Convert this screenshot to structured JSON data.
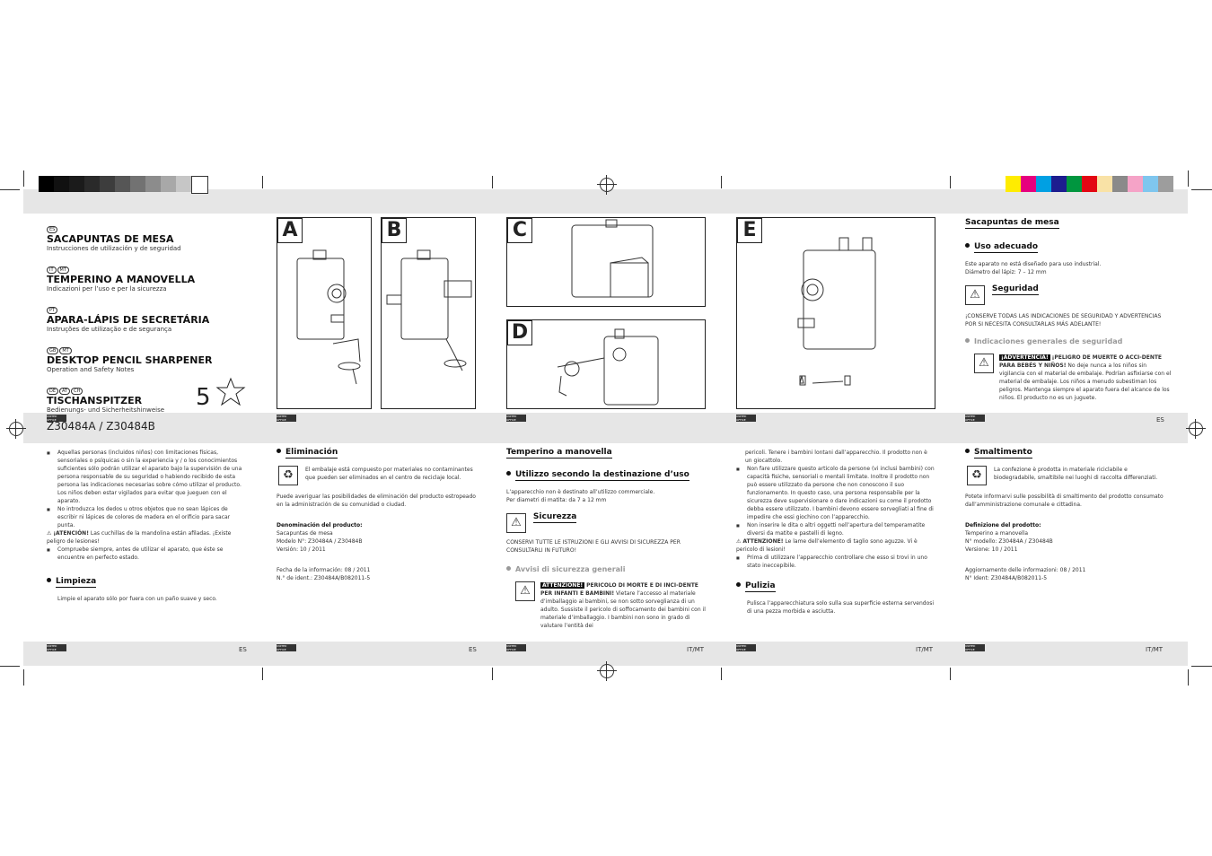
{
  "colors": {
    "band": "#e6e6e6",
    "ink": "#111111"
  },
  "grayscale": [
    "#000000",
    "#111111",
    "#1b1b1b",
    "#2a2a2a",
    "#3d3d3d",
    "#565656",
    "#727272",
    "#8c8c8c",
    "#a8a8a8",
    "#c6c6c6",
    "#ffffff"
  ],
  "cmyk": [
    "#ffec00",
    "#e6007e",
    "#00a0e3",
    "#1d1d8f",
    "#00963f",
    "#e30613",
    "#f9e2a6",
    "#8a8a8a",
    "#f5a3c7",
    "#7fc6ee",
    "#9d9d9d"
  ],
  "cover": {
    "langs_1": [
      "ES"
    ],
    "title_1": "SACAPUNTAS DE MESA",
    "sub_1": "Instrucciones de utilización y de seguridad",
    "langs_2": [
      "IT",
      "MT"
    ],
    "title_2": "TEMPERINO A MANOVELLA",
    "sub_2": "Indicazioni per l’uso e per la sicurezza",
    "langs_3": [
      "PT"
    ],
    "title_3": "APARA-LÁPIS DE SECRETÁRIA",
    "sub_3": "Instruções de utilização e de segurança",
    "langs_4": [
      "GB",
      "MT"
    ],
    "title_4": "DESKTOP PENCIL SHARPENER",
    "sub_4": "Operation and Safety Notes",
    "langs_5": [
      "DE",
      "AT",
      "CH"
    ],
    "title_5": "TISCHANSPITZER",
    "sub_5": "Bedienungs- und Sicherheitshinweise",
    "model": "Z30484A / Z30484B",
    "num": "5"
  },
  "panels": {
    "a": "A",
    "b": "B",
    "c": "C",
    "d": "D",
    "e": "E"
  },
  "logo_text": "UNITED OFFICE",
  "right_top": {
    "heading": "Sacapuntas de mesa",
    "uso_title": "Uso adecuado",
    "uso_text_1": "Este aparato no está diseñado para uso industrial.",
    "uso_text_2": "Diámetro del lápiz: 7 – 12 mm",
    "seg_title": "Seguridad",
    "seg_text": "¡CONSERVE TODAS LAS INDICACIONES DE SEGURIDAD Y ADVERTENCIAS POR SI NECESITA CONSULTARLAS MÁS ADELANTE!",
    "ind_title": "Indicaciones generales de seguridad",
    "adv_tag": "¡ADVERTENCIA!",
    "adv_bold": "¡PELIGRO DE MUERTE O ACCI-DENTE PARA BEBÉS Y NIÑOS!",
    "adv_text": "No deje nunca a los niños sin vigilancia con el material de embalaje. Podrían asfixiarse con el material de embalaje. Los niños a menudo subestiman los peligros. Mantenga siempre el aparato fuera del alcance de los niños. El producto no es un juguete.",
    "lang": "ES"
  },
  "p1": {
    "items": [
      "Aquellas personas (incluidos niños) con limitaciones físicas, sensoriales o psíquicas o sin la experiencia y / o los conocimientos suficientes sólo podrán utilizar el aparato bajo la supervisión de una persona responsable de su seguridad o habiendo recibido de esta persona las indicaciones necesarias sobre cómo utilizar el producto. Los niños deben estar vigilados para evitar que jueguen con el aparato.",
      "No introduzca los dedos u otros objetos que no sean lápices de escribir ni lápices de colores de madera en el orificio para sacar punta."
    ],
    "atencion_bold": "¡ATENCIÓN!",
    "atencion_text": "Las cuchillas de la mandolina están afiladas. ¡Existe peligro de lesiones!",
    "item3": "Compruebe siempre, antes de utilizar el aparato, que éste se encuentre en perfecto estado.",
    "limpieza": "Limpieza",
    "limpieza_text": "Limpie el aparato sólo por fuera con un paño suave y seco.",
    "lang": "ES"
  },
  "p2": {
    "title": "Eliminación",
    "text": "El embalaje está compuesto por materiales no contaminantes que pueden ser eliminados en el centro de reciclaje local.",
    "text2": "Puede averiguar las posibilidades de eliminación del producto estropeado en la administración de su comunidad o ciudad.",
    "den_title": "Denominación del producto:",
    "den_1": "Sacapuntas de mesa",
    "den_2": "Modelo N°:   Z30484A / Z30484B",
    "den_3": "Versión:       10 / 2011",
    "fecha": "Fecha de la información: 08 / 2011",
    "ident": "N.° de ident.: Z30484A/B082011-5",
    "lang": "ES"
  },
  "p3": {
    "heading": "Temperino a manovella",
    "uso_title": "Utilizzo secondo la destinazione d’uso",
    "uso_1": "L’apparecchio non è destinato all’utilizzo commerciale.",
    "uso_2": "Per diametri di matita: da 7 a 12 mm",
    "sic_title": "Sicurezza",
    "sic_text": "CONSERVI TUTTE LE ISTRUZIONI E GLI AVVISI DI SICUREZZA PER CONSULTARLI IN FUTURO!",
    "avv_title": "Avvisi di sicurezza generali",
    "att_tag": "ATTENZIONE!",
    "att_bold": "PERICOLO DI MORTE E DI INCI-DENTE PER INFANTI E BAMBINI!",
    "att_text": "Vietare l’accesso al materiale d’imballaggio ai bambini, se non sotto sorveglianza di un adulto. Sussiste il pericolo di soffocamento dei bambini con il materiale d’imballaggio. I bambini non sono in grado di valutare l’entità dei",
    "lang": "IT/MT"
  },
  "p4": {
    "cont": "pericoli. Tenere i bambini lontani dall’apparecchio. Il prodotto non è un giocattolo.",
    "items": [
      "Non fare utilizzare questo articolo da persone (vi inclusi bambini) con capacità fisiche, sensoriali o mentali limitate. Inoltre il prodotto non può essere utilizzato da persone che non conoscono il suo funzionamento. In questo caso, una persona responsabile per la sicurezza deve supervisionare o dare indicazioni su come il prodotto debba essere utilizzato. I bambini devono essere sorvegliati al fine di impedire che essi giochino con l’apparecchio.",
      "Non inserire le dita o altri oggetti nell’apertura del temperamatite diversi da matite e pastelli di legno."
    ],
    "att_bold": "ATTENZIONE!",
    "att_text": "Le lame dell’elemento di taglio sono aguzze. Vi è pericolo di lesioni!",
    "item3": "Prima di utilizzare l’apparecchio controllare che esso si trovi in uno stato ineccepibile.",
    "pul_title": "Pulizia",
    "pul_text": "Pulisca l’apparecchiatura solo sulla sua superficie esterna servendosi di una pezza morbida e asciutta.",
    "lang": "IT/MT"
  },
  "p5": {
    "title": "Smaltimento",
    "text": "La confezione è prodotta in materiale riciclabile e biodegradabile, smaltibile nei luoghi di raccolta differenziati.",
    "text2": "Potete informarvi sulle possibilità di smaltimento del prodotto consumato dall’amministrazione comunale e cittadina.",
    "def_title": "Definizione del prodotto:",
    "def_1": "Temperino a manovella",
    "def_2": "N° modello:  Z30484A / Z30484B",
    "def_3": "Versione:       10 / 2011",
    "agg": "Aggiornamento delle informazioni: 08 / 2011",
    "ident": "N° Ident: Z30484A/B082011-5",
    "lang": "IT/MT"
  }
}
